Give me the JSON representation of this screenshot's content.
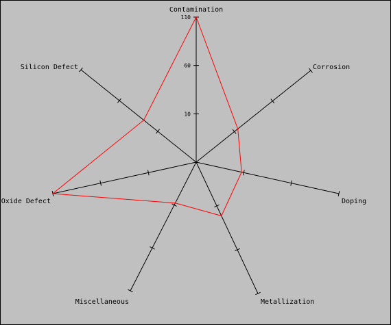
{
  "chart_data": {
    "type": "radar",
    "axes": [
      "Contamination",
      "Corrosion",
      "Doping",
      "Metallization",
      "Miscellaneous",
      "Oxide Defect",
      "Silicon Defect"
    ],
    "radial_ticks": [
      "110",
      "60",
      "10"
    ],
    "series": [
      {
        "values": [
          110,
          40,
          35,
          45,
          35,
          110,
          50
        ],
        "color": "#ff0000"
      }
    ],
    "rmax": 110,
    "background": "#c0c0c0",
    "axis_color": "#000000"
  }
}
